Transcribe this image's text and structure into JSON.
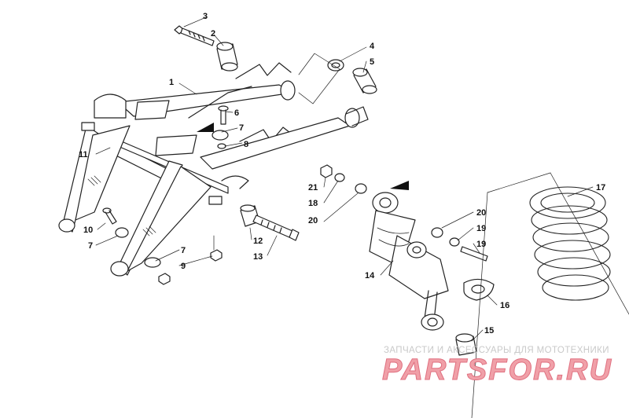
{
  "callouts": [
    {
      "id": "c1",
      "label": "1"
    },
    {
      "id": "c2",
      "label": "2"
    },
    {
      "id": "c3",
      "label": "3"
    },
    {
      "id": "c4",
      "label": "4"
    },
    {
      "id": "c5",
      "label": "5"
    },
    {
      "id": "c6",
      "label": "6"
    },
    {
      "id": "c7a",
      "label": "7"
    },
    {
      "id": "c7b",
      "label": "7"
    },
    {
      "id": "c7c",
      "label": "7"
    },
    {
      "id": "c8",
      "label": "8"
    },
    {
      "id": "c9",
      "label": "9"
    },
    {
      "id": "c10",
      "label": "10"
    },
    {
      "id": "c11",
      "label": "11"
    },
    {
      "id": "c12",
      "label": "12"
    },
    {
      "id": "c13",
      "label": "13"
    },
    {
      "id": "c14",
      "label": "14"
    },
    {
      "id": "c15",
      "label": "15"
    },
    {
      "id": "c16",
      "label": "16"
    },
    {
      "id": "c17",
      "label": "17"
    },
    {
      "id": "c18",
      "label": "18"
    },
    {
      "id": "c19a",
      "label": "19"
    },
    {
      "id": "c19b",
      "label": "19"
    },
    {
      "id": "c20a",
      "label": "20"
    },
    {
      "id": "c20b",
      "label": "20"
    },
    {
      "id": "c21",
      "label": "21"
    }
  ],
  "watermark": {
    "tagline": "ЗАПЧАСТИ И АКСЕССУАРЫ ДЛЯ МОТОТЕХНИКИ",
    "logo": "PARTSFOR.RU",
    "logo_color": "#f0a0a8"
  }
}
